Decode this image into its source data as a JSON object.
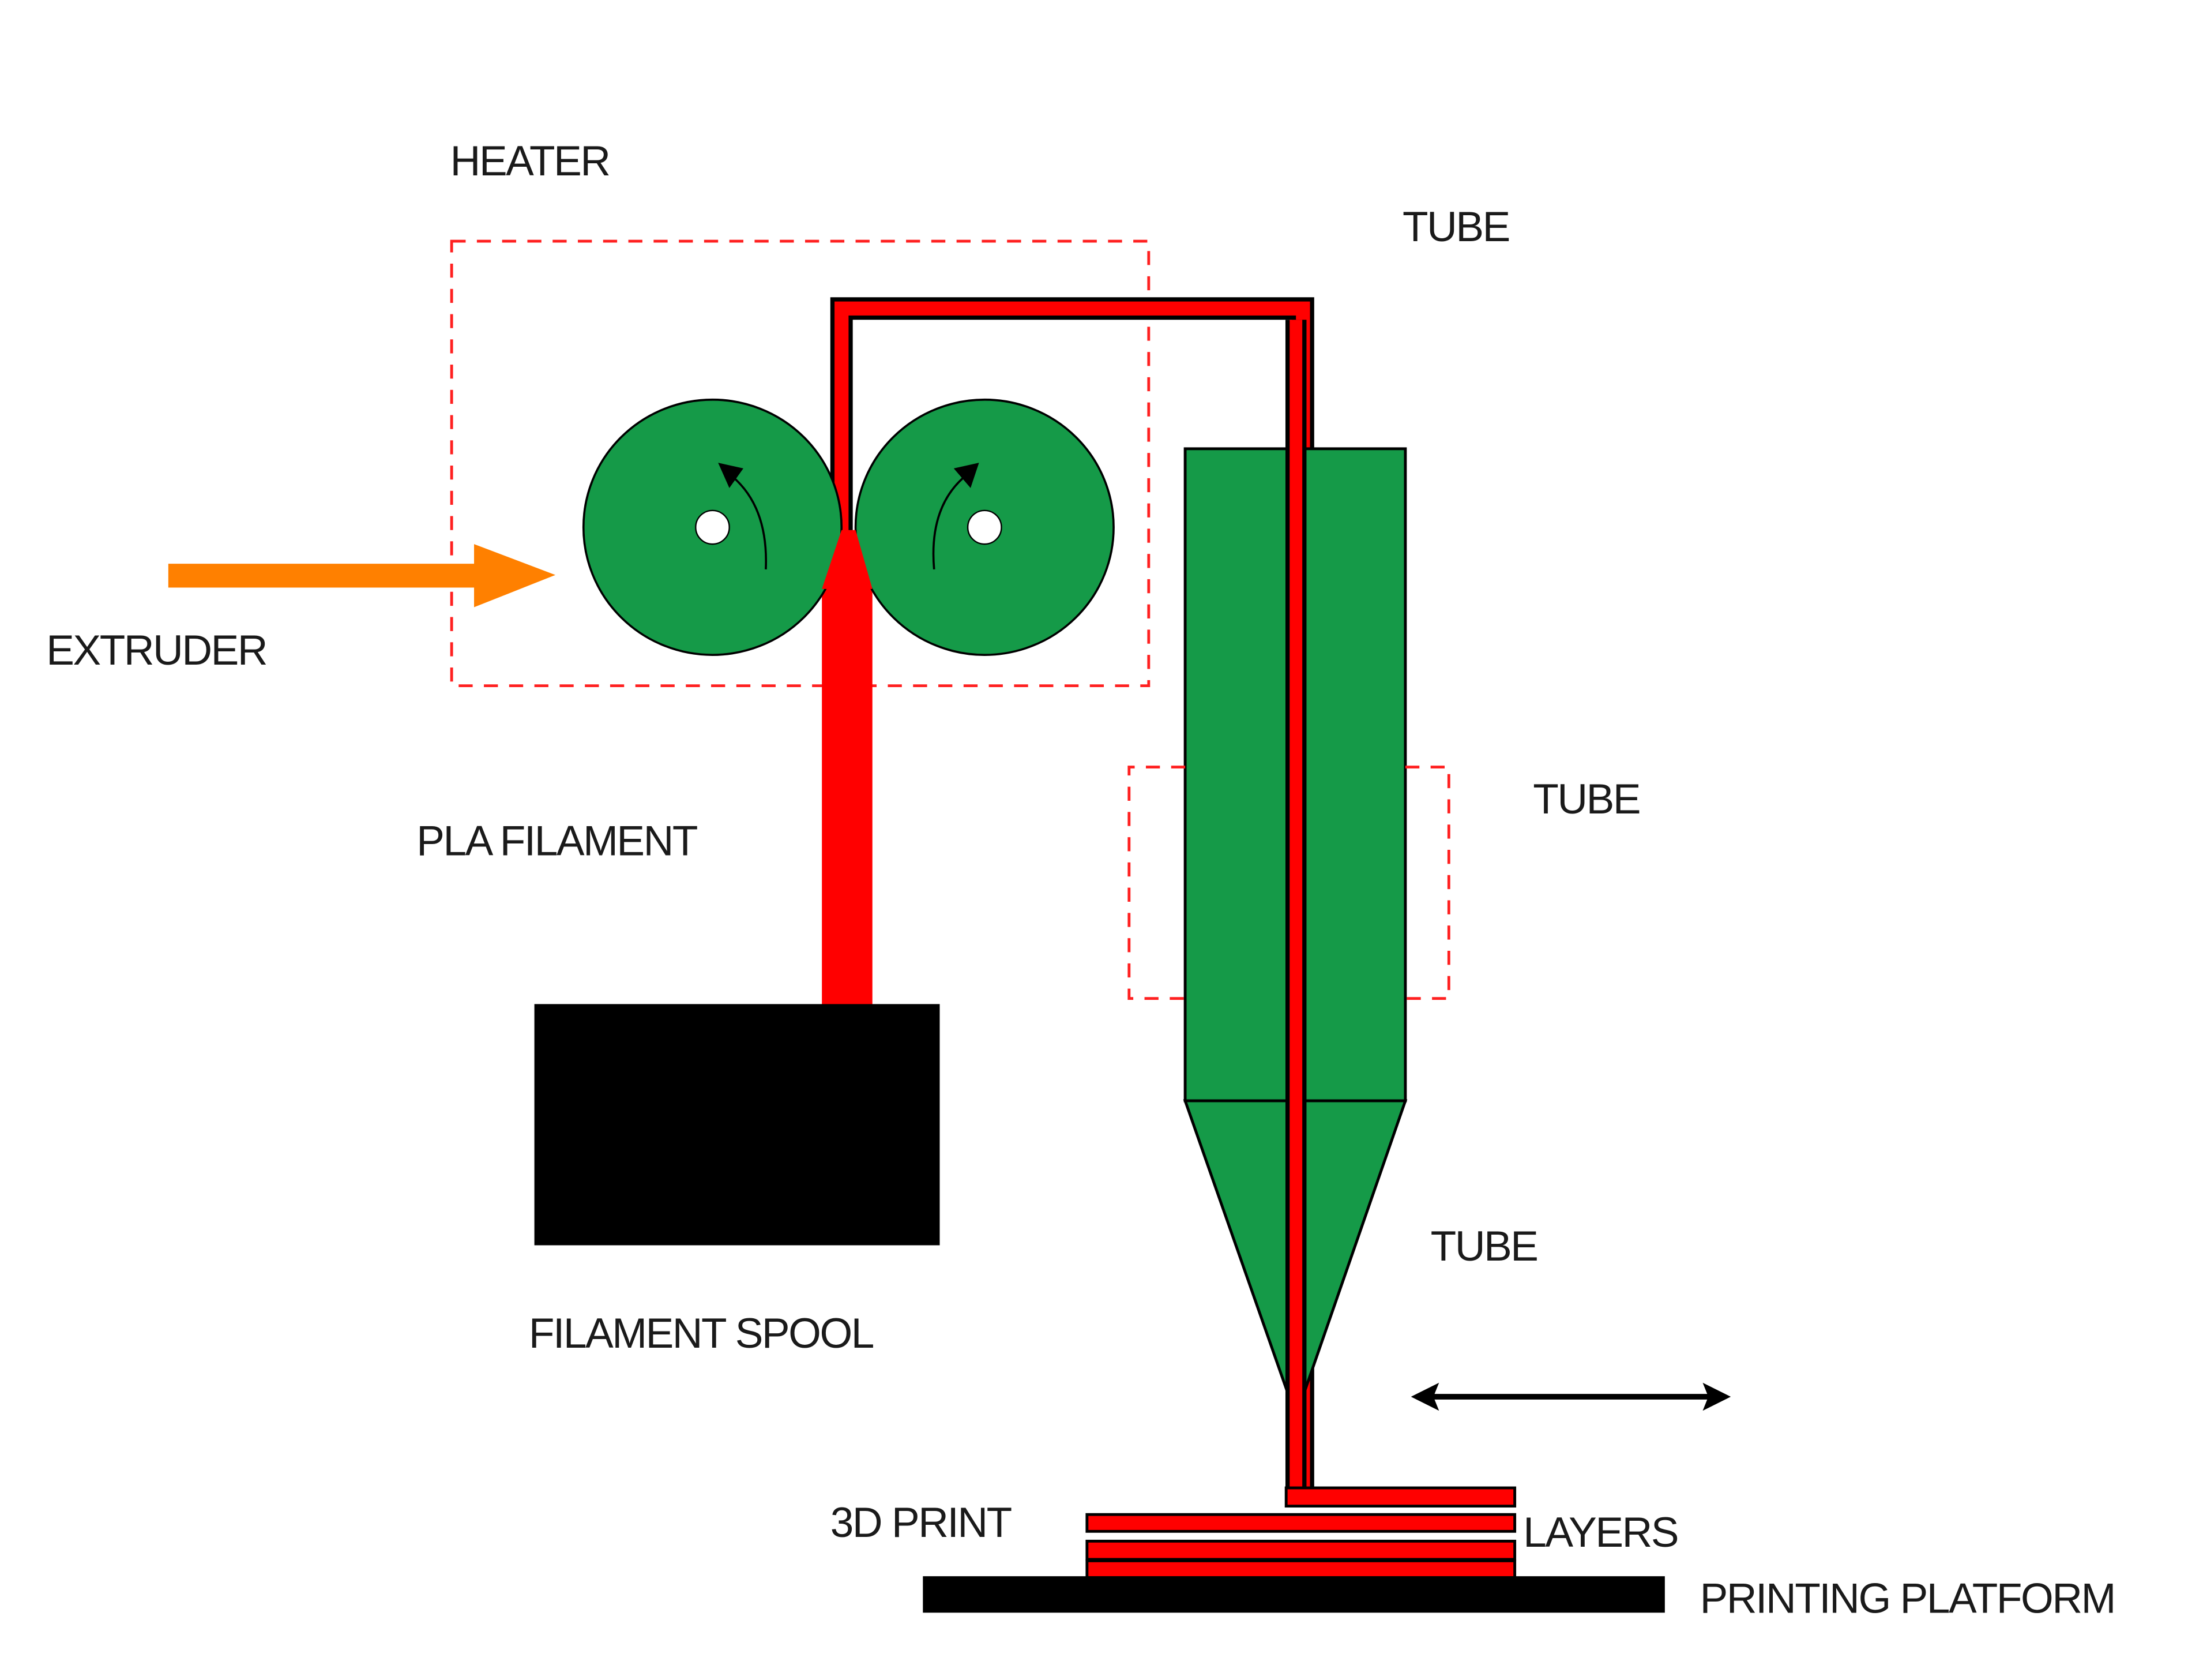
{
  "title": "FDM 3D printer extrusion schematic",
  "labels": {
    "heater": "HEATER",
    "tube_top": "TUBE",
    "extruder": "EXTRUDER",
    "tube_middle": "TUBE",
    "pla_filament": "PLA FILAMENT",
    "tube_bottom": "TUBE",
    "filament_spool": "FILAMENT SPOOL",
    "print_3d": "3D PRINT",
    "layers": "LAYERS",
    "printing_platform": "PRINTING PLATFORM"
  },
  "colors": {
    "filament": "#ff0000",
    "roller": "#159a48",
    "nozzle": "#159a48",
    "heater_outline": "#ff2020",
    "extruder_arrow": "#ff8000",
    "spool": "#000000",
    "platform": "#000000",
    "outline": "#000000"
  },
  "rollers": [
    {
      "name": "left-drive-roller",
      "rotation": "counterclockwise"
    },
    {
      "name": "right-drive-roller",
      "rotation": "clockwise"
    }
  ],
  "print_layers": 4,
  "motion_indicator": "bidirectional-horizontal"
}
